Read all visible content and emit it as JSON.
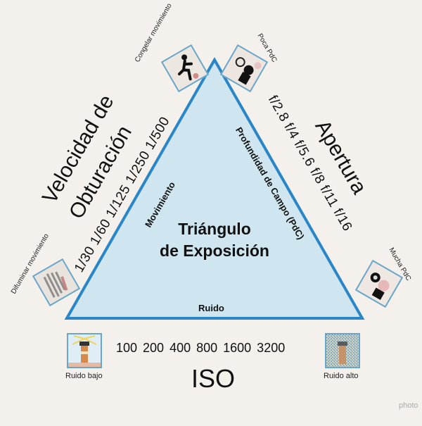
{
  "center": {
    "line1": "Triángulo",
    "line2": "de Exposición"
  },
  "sides": {
    "left": "Movimiento",
    "right": "Profundidad de Campo (PdC)",
    "bottom": "Ruido"
  },
  "shutter": {
    "title1": "Velocidad de",
    "title2": "Obturación",
    "scale1": "1/30 1/60 1/125 1/250 1/500"
  },
  "aperture": {
    "title": "Apertura",
    "scale": "f/2.8  f/4  f/5.6  f/8  f/11  f/16"
  },
  "iso": {
    "title": "ISO",
    "scale": "100 200 400 800 1600 3200"
  },
  "thumbs": {
    "freeze": "Congelar movimiento",
    "blur": "Difuminar movimiento",
    "shallow": "Poca PdC",
    "deep": "Mucha PdC",
    "low_noise": "Ruido bajo",
    "high_noise": "Ruido alto"
  },
  "watermark": "photo",
  "colors": {
    "triangle_fill": "#cfe6f0",
    "triangle_stroke": "#2a86c7",
    "background": "#f4f1ec"
  }
}
